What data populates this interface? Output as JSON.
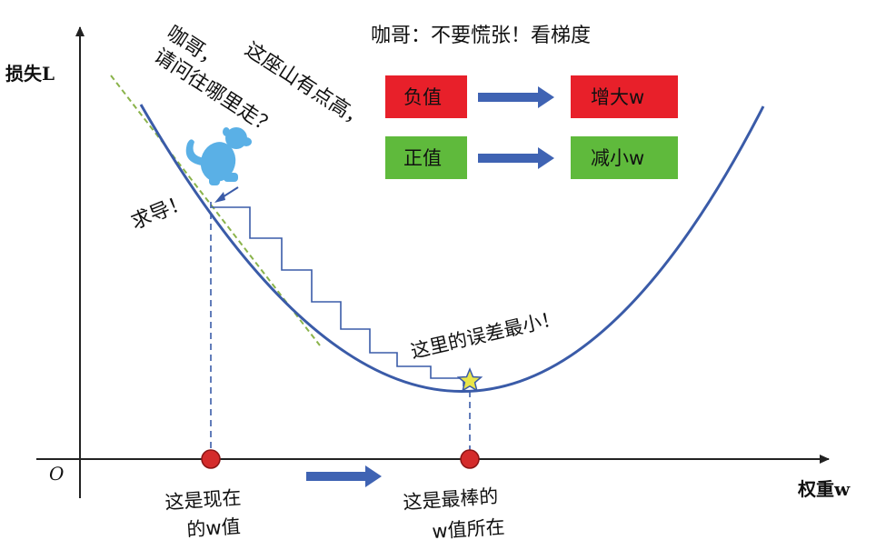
{
  "axes": {
    "y_label": "损失L",
    "x_label": "权重w",
    "origin": "O"
  },
  "annotations": {
    "monkey_line1": "咖哥，",
    "monkey_line2": "请问往哪里走？",
    "mountain_line": "这座山有点高，",
    "derivative": "求导！",
    "min_error": "这里的误差最小！",
    "title": "咖哥：不要慌张！看梯度",
    "current_w_line1": "这是现在",
    "current_w_line2": "的w值",
    "best_w_line1": "这是最棒的",
    "best_w_line2": "w值所在"
  },
  "rules": [
    {
      "gradient": "负值",
      "action": "增大w",
      "color": "#e8202a"
    },
    {
      "gradient": "正值",
      "action": "减小w",
      "color": "#5fba3c"
    }
  ],
  "colors": {
    "curve": "#3a5ba8",
    "arrow": "#3f63b3",
    "tangent": "#8ab34a",
    "point": "#d42b2b",
    "star": "#e9e54a",
    "monkey": "#5ab0e6"
  }
}
